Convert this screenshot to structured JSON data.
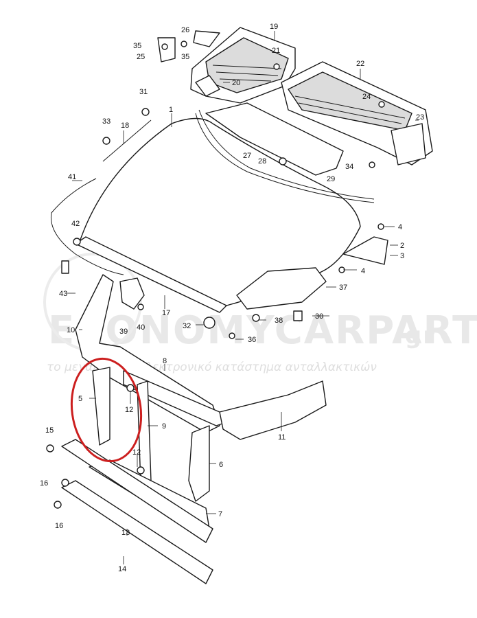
{
  "watermark": {
    "brand": "ECONOMYCARPARTS",
    "brand_suffix": ".gr",
    "tagline": "το μεγαλύτερο ηλεκτρονικό κατάστημα ανταλλακτικών"
  },
  "highlight_color": "#cc1f1f",
  "callouts": [
    "1",
    "2",
    "3",
    "4",
    "4",
    "5",
    "6",
    "7",
    "8",
    "9",
    "10",
    "11",
    "12",
    "12",
    "13",
    "14",
    "15",
    "16",
    "16",
    "17",
    "18",
    "19",
    "20",
    "21",
    "22",
    "23",
    "24",
    "25",
    "26",
    "27",
    "28",
    "29",
    "30",
    "31",
    "32",
    "33",
    "34",
    "35",
    "35",
    "36",
    "37",
    "38",
    "39",
    "40",
    "41",
    "42",
    "43"
  ]
}
